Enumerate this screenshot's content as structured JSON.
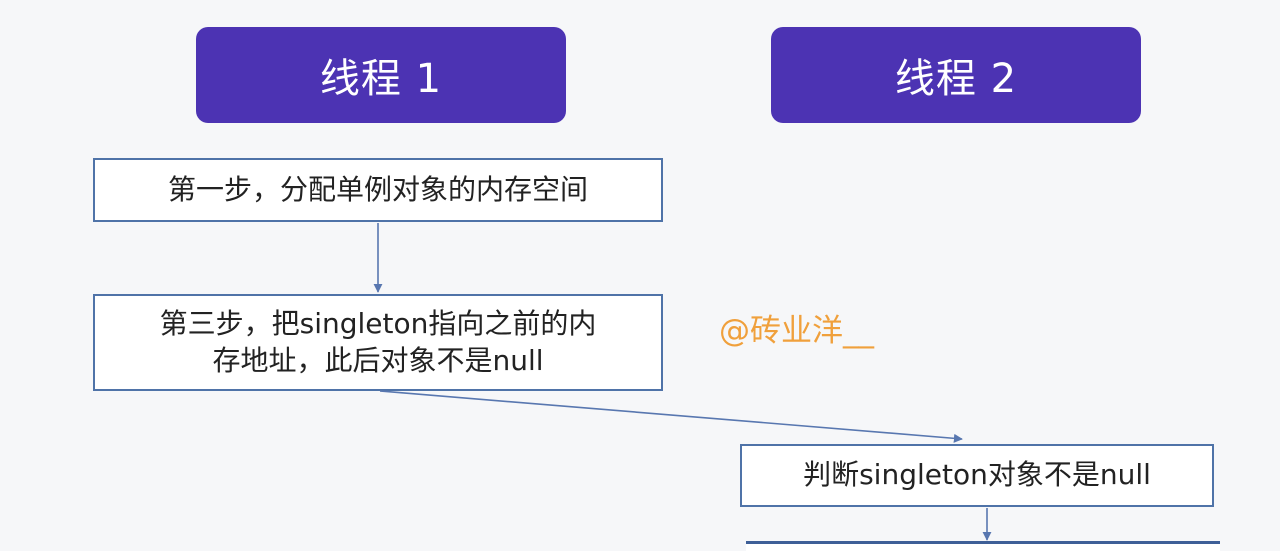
{
  "threads": {
    "thread1": "线程 1",
    "thread2": "线程 2"
  },
  "steps": {
    "step1": "第一步，分配单例对象的内存空间",
    "step3_line1": "第三步，把singleton指向之前的内",
    "step3_line2": "存地址，此后对象不是null",
    "check": "判断singleton对象不是null"
  },
  "watermark": "@砖业洋__",
  "colors": {
    "header_bg": "#4c33b3",
    "box_border": "#4f73a8",
    "arrow": "#5877b0",
    "watermark": "#f0a03c"
  }
}
